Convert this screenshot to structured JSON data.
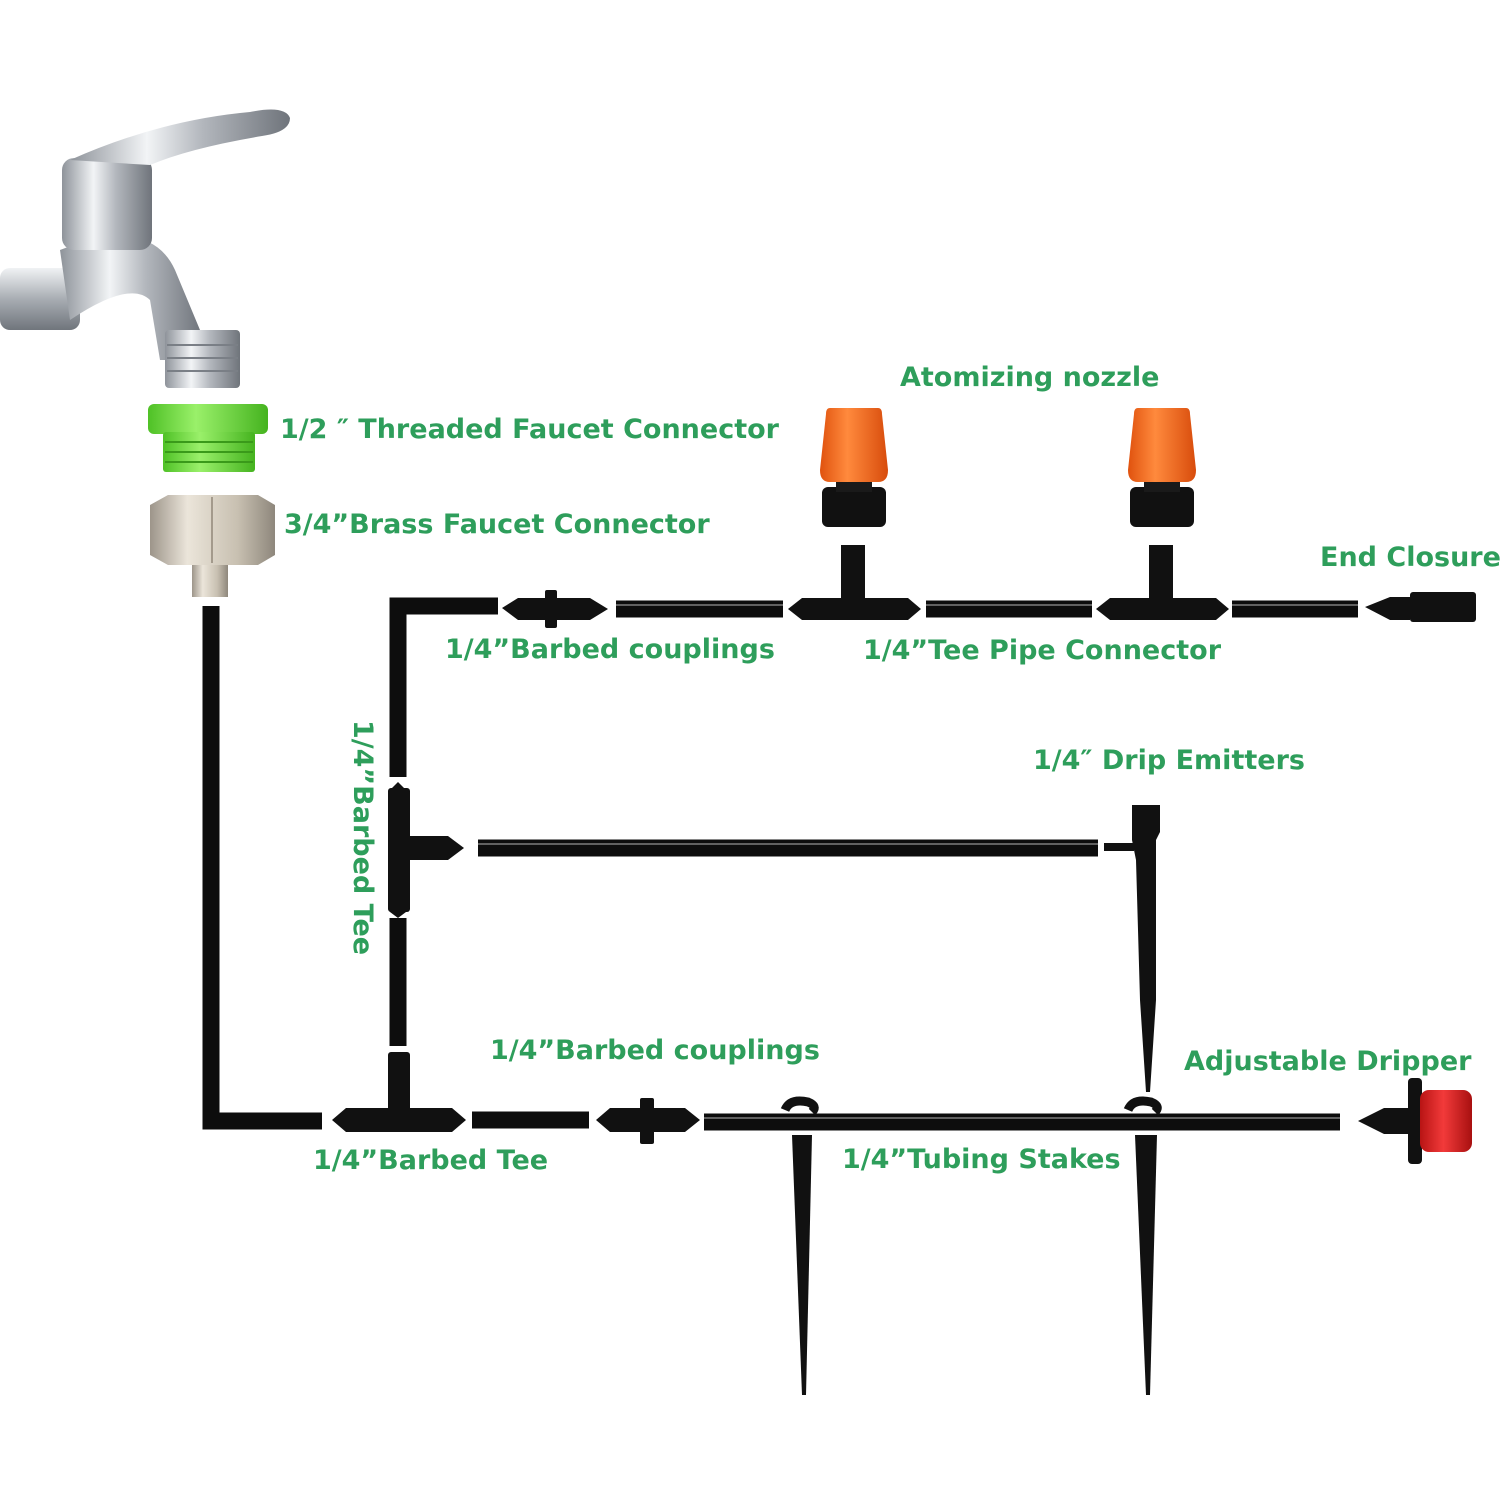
{
  "labels": {
    "threaded_faucet_connector": "1/2 ″ Threaded Faucet Connector",
    "brass_faucet_connector": "3/4”Brass Faucet Connector",
    "atomizing_nozzle": "Atomizing nozzle",
    "end_closure": "End Closure",
    "barbed_couplings_top": "1/4”Barbed couplings",
    "tee_pipe_connector": "1/4”Tee Pipe Connector",
    "drip_emitters": "1/4″ Drip Emitters",
    "barbed_tee_vertical": "1/4”Barbed Tee",
    "barbed_couplings_bottom": "1/4”Barbed couplings",
    "adjustable_dripper": "Adjustable Dripper",
    "barbed_tee_bottom": "1/4”Barbed Tee",
    "tubing_stakes": "1/4”Tubing Stakes"
  },
  "colors": {
    "label_green": "#2e9e5b",
    "tubing_black": "#111111",
    "nozzle_orange": "#f26a1b",
    "connector_green": "#6fdc3a",
    "dripper_red": "#e02020",
    "brass_silver": "#c9c2b4",
    "faucet_chrome": "#c8cbd0"
  }
}
